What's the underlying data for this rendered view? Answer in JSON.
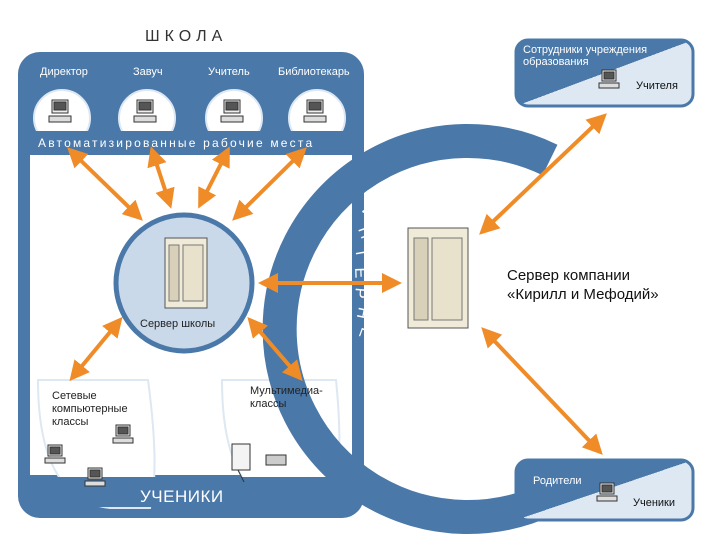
{
  "school": {
    "title": "ШКОЛА",
    "roles": [
      "Директор",
      "Завуч",
      "Учитель",
      "Библиотекарь"
    ],
    "workstations_label": "Автоматизированные рабочие места",
    "server_label": "Сервер школы",
    "network_classes_label": "Сетевые компьютерные классы",
    "multimedia_classes_label": "Мультимедиа-классы",
    "students_label": "УЧЕНИКИ"
  },
  "internet": {
    "letters": [
      "И",
      "Н",
      "Т",
      "Е",
      "Р",
      "Н",
      "Е",
      "Т"
    ]
  },
  "company": {
    "server_label_line1": "Сервер компании",
    "server_label_line2": "«Кирилл и Мефодий»"
  },
  "staff_panel": {
    "title": "Сотрудники учреждения образования",
    "sublabel": "Учителя"
  },
  "parents_panel": {
    "title": "Родители",
    "sublabel": "Ученики"
  },
  "colors": {
    "panel_blue": "#4a78a8",
    "light_blue": "#dde8f3",
    "circle_blue": "#c9d9ea",
    "arrow_orange": "#f08c28"
  }
}
